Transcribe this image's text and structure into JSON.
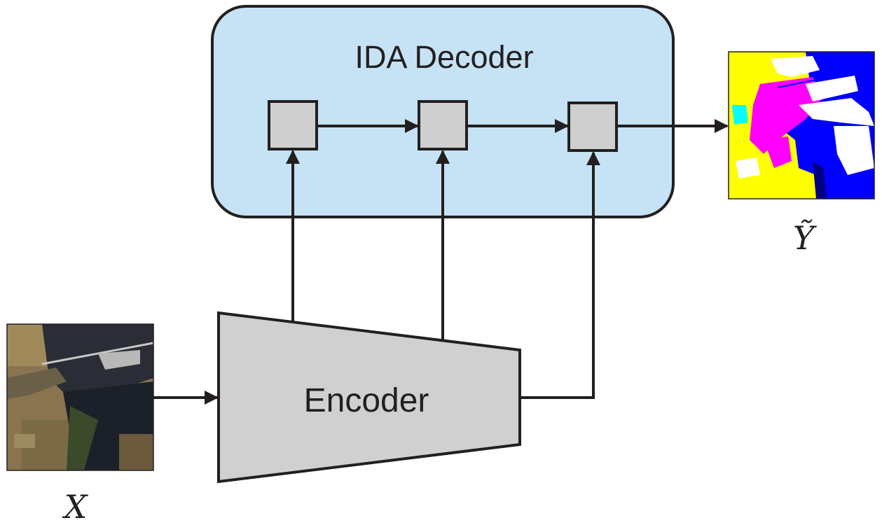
{
  "diagram": {
    "decoder_label": "IDA Decoder",
    "encoder_label": "Encoder",
    "input_label": "X",
    "output_label": "Ỹ"
  },
  "colors": {
    "decoder_fill": "#c6e3f5",
    "node_fill": "#cfcfcf",
    "encoder_fill": "#d0d0d0",
    "stroke": "#231f20"
  },
  "icons": {
    "input": "satellite-image-icon",
    "output": "segmentation-map-icon"
  }
}
